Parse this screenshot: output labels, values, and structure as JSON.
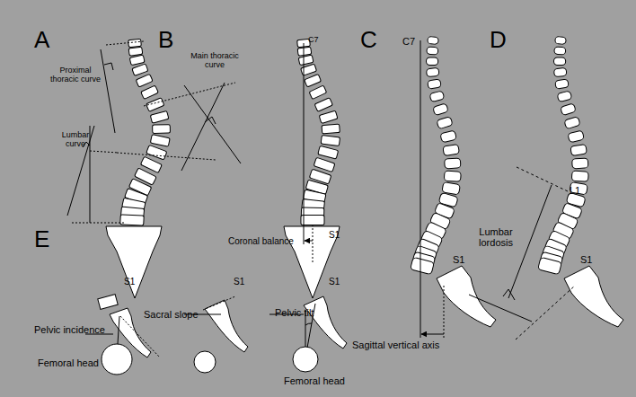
{
  "diagram": {
    "labels": [
      "A",
      "B",
      "C",
      "D",
      "Proximal thoracic curve",
      "Main thoracic curve",
      "Lumbar curve",
      "C7",
      "C7",
      "Lumbar lordosis",
      "L1",
      "S1",
      "Coronal balance",
      "E",
      "S1",
      "S1",
      "S1",
      "S1",
      "S1",
      "Pelvic incidence",
      "Sacral slope",
      "Pelvic tilt",
      "Femoral head",
      "Femoral head",
      "Sagittal vertical axis"
    ]
  }
}
